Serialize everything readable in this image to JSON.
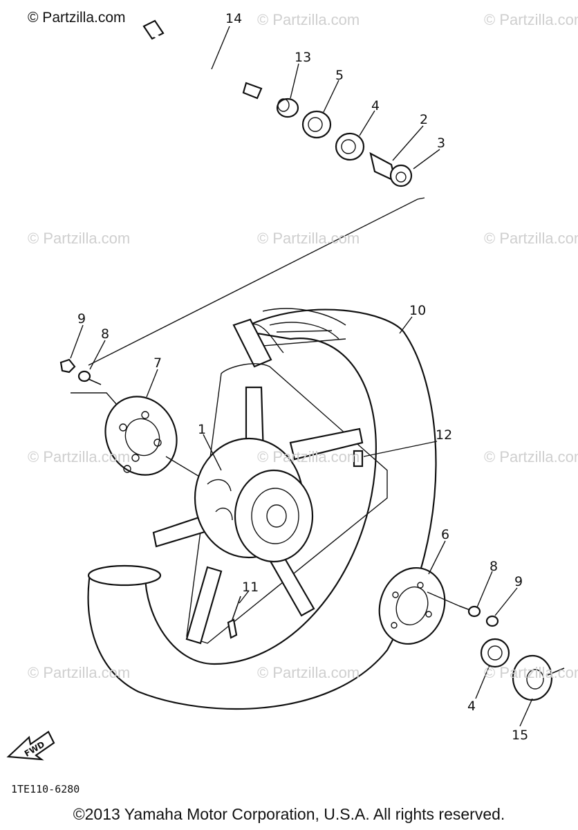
{
  "watermarks": [
    "© Partzilla.com",
    "© Partzilla.com",
    "© Partzilla.com",
    "© Partzilla.com",
    "© Partzilla.com",
    "© Partzilla.com",
    "© Partzilla.com",
    "© Partzilla.com",
    "© Partzilla.com",
    "© Partzilla.com",
    "© Partzilla.com",
    "© Partzilla.com"
  ],
  "callouts": {
    "c1": "1",
    "c2": "2",
    "c3": "3",
    "c4a": "4",
    "c4b": "4",
    "c5": "5",
    "c6": "6",
    "c7": "7",
    "c8a": "8",
    "c8b": "8",
    "c9a": "9",
    "c9b": "9",
    "c10": "10",
    "c11": "11",
    "c12": "12",
    "c13": "13",
    "c14": "14",
    "c15": "15"
  },
  "fwd_label": "FWD",
  "diagram_code": "1TE110-6280",
  "copyright": "©2013 Yamaha Motor Corporation, U.S.A. All rights reserved."
}
